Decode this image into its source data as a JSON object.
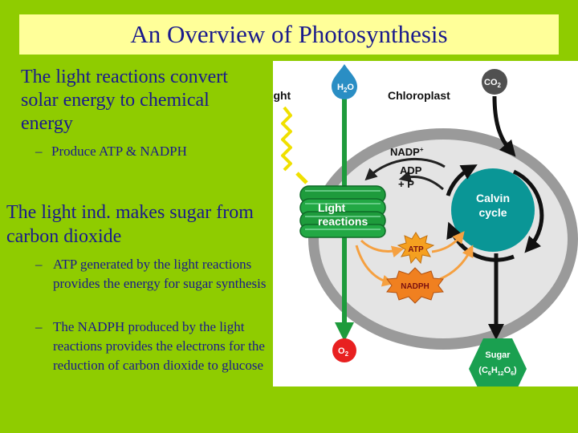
{
  "slide": {
    "title": "An Overview of Photosynthesis",
    "bullet1": "The light reactions convert solar energy to chemical energy",
    "bullet1_sub": "Produce ATP & NADPH",
    "bullet2": "The light ind. makes sugar from carbon dioxide",
    "bullet2_subs": [
      "ATP generated by the light reactions provides the energy for sugar synthesis",
      "The NADPH produced by the light reactions provides the electrons for the reduction of carbon dioxide to glucose"
    ]
  },
  "diagram": {
    "light_label": "Light",
    "chloroplast_label": "Chloroplast",
    "h2o": {
      "main": "H",
      "sub1": "2",
      "tail": "O"
    },
    "co2": {
      "main": "CO",
      "sub1": "2"
    },
    "o2": {
      "main": "O",
      "sub1": "2"
    },
    "nadp_label": "NADP",
    "nadp_sup": "+",
    "adp_line1": "ADP",
    "adp_line2": "+ P",
    "light_reactions_line1": "Light",
    "light_reactions_line2": "reactions",
    "calvin_line1": "Calvin",
    "calvin_line2": "cycle",
    "atp_label": "ATP",
    "nadph_label": "NADPH",
    "sugar_label": "Sugar",
    "sugar_formula": {
      "c": "(C",
      "c_sub": "6",
      "h": "H",
      "h_sub": "12",
      "o": "O",
      "o_sub": "6",
      "close": ")"
    },
    "colors": {
      "background": "#8fcc00",
      "title_bg": "#ffff99",
      "text": "#1a1a8c",
      "chloroplast_outer": "#9a9a9a",
      "stroma": "#e4e4e4",
      "thylakoid": "#1e9b3c",
      "calvin": "#0a9696",
      "h2o": "#2a8ec4",
      "o2": "#e82020",
      "co2": "#505050",
      "atp": "#f5a020",
      "nadph": "#f08020",
      "sugar": "#1aa050",
      "light_wave": "#f0e000"
    }
  }
}
